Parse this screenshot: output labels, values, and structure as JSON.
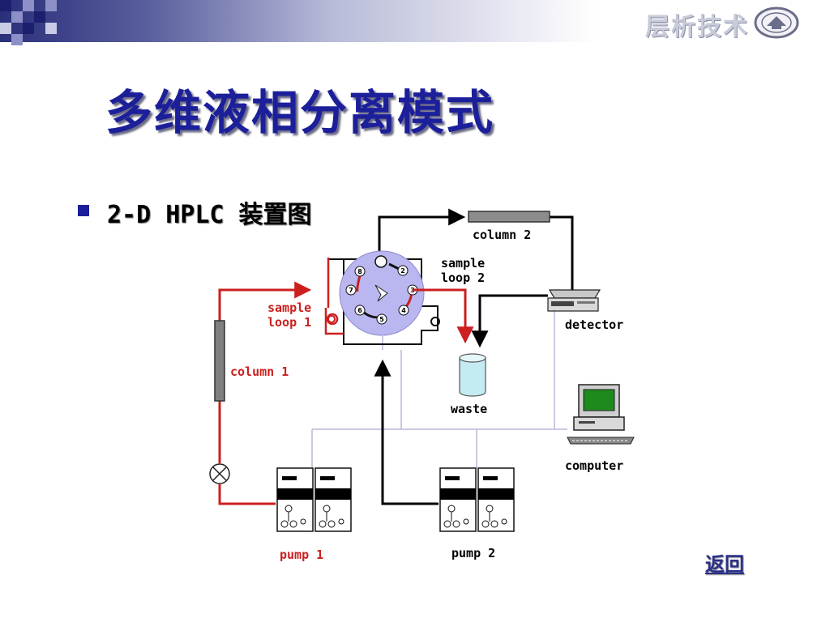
{
  "header": {
    "logo_text": "层析技术"
  },
  "slide": {
    "title": "多维液相分离模式",
    "bullet": "2-D HPLC 装置图",
    "return_link": "返回"
  },
  "diagram": {
    "labels": {
      "column2": "column 2",
      "sample_loop2_l1": "sample",
      "sample_loop2_l2": "loop 2",
      "sample_loop1_l1": "sample",
      "sample_loop1_l2": "loop 1",
      "detector": "detector",
      "column1": "column 1",
      "waste": "waste",
      "computer": "computer",
      "pump1": "pump 1",
      "pump2": "pump 2"
    },
    "valve_ports": [
      "8",
      "2",
      "3",
      "4",
      "5",
      "6",
      "7"
    ],
    "colors": {
      "flow_red": "#cc1f1f",
      "valve_fill": "#b9b6f0",
      "title_blue": "#1c1f9a"
    }
  }
}
